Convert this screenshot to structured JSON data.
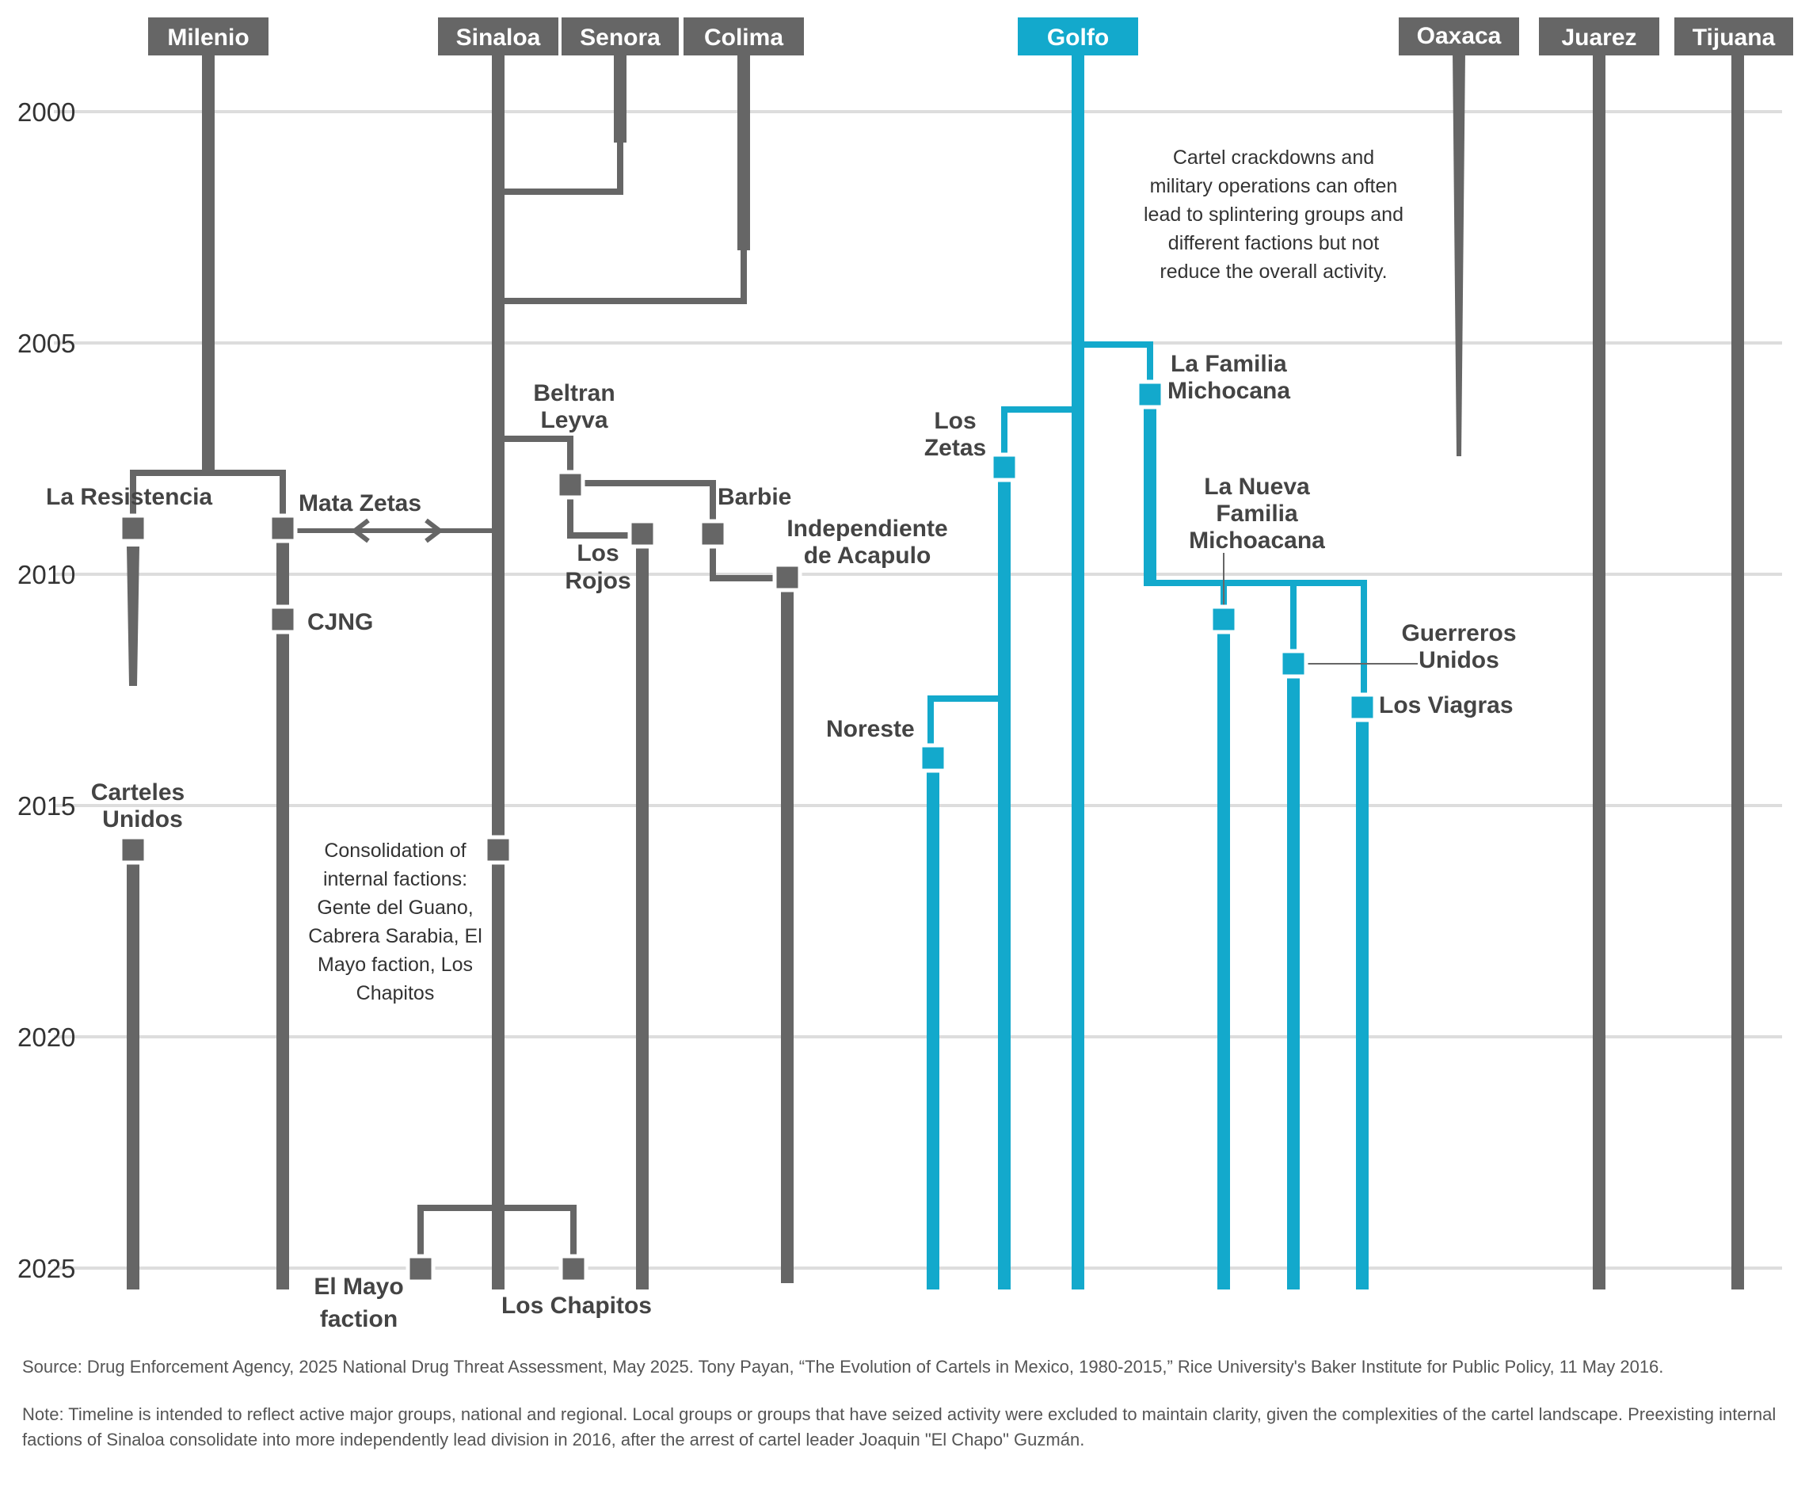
{
  "colors": {
    "gray": "#666666",
    "accent": "#13a9cc",
    "grid": "#dddddd",
    "text": "#444444"
  },
  "years": [
    "2000",
    "2005",
    "2010",
    "2015",
    "2020",
    "2025"
  ],
  "headers": {
    "milenio": "Milenio",
    "sinaloa": "Sinaloa",
    "senora": "Senora",
    "colima": "Colima",
    "golfo": "Golfo",
    "oaxaca": "Oaxaca",
    "juarez": "Juarez",
    "tijuana": "Tijuana"
  },
  "labels": {
    "la_resistencia": "La Resistencia",
    "mata_zetas": "Mata Zetas",
    "cjng": "CJNG",
    "carteles_unidos": [
      "Carteles",
      "Unidos"
    ],
    "beltran_leyva": [
      "Beltran",
      "Leyva"
    ],
    "barbie": "Barbie",
    "los_rojos": [
      "Los",
      "Rojos"
    ],
    "independiente_acapulo": [
      "Independiente",
      "de Acapulo"
    ],
    "el_mayo_faction": [
      "El Mayo",
      "faction"
    ],
    "los_chapitos": "Los Chapitos",
    "los_zetas": [
      "Los",
      "Zetas"
    ],
    "la_familia_michocana": [
      "La Familia",
      "Michocana"
    ],
    "la_nueva_familia": [
      "La Nueva",
      "Familia",
      "Michoacana"
    ],
    "guerreros_unidos": [
      "Guerreros",
      "Unidos"
    ],
    "los_viagras": "Los Viagras",
    "noreste": "Noreste"
  },
  "notes": {
    "consolidation": [
      "Consolidation of",
      "internal factions:",
      "Gente del Guano,",
      "Cabrera Sarabia, El",
      "Mayo faction, Los",
      "Chapitos"
    ],
    "crackdowns": [
      "Cartel crackdowns and",
      "military operations can often",
      "lead to splintering groups and",
      "different factions but not",
      "reduce the overall activity."
    ]
  },
  "footer": {
    "source": "Source: Drug Enforcement Agency, 2025 National Drug Threat Assessment, May 2025. Tony Payan, “The Evolution of Cartels in Mexico, 1980-2015,” Rice University's Baker Institute for Public Policy, 11 May 2016.",
    "note": "Note: Timeline is intended to reflect active major groups, national and regional. Local groups or groups that have seized activity were excluded to maintain clarity, given the complexities of the cartel landscape. Preexisting internal factions of Sinaloa consolidate into more independently lead division in 2016, after the arrest of cartel leader Joaquin \"El Chapo\" Guzmán."
  }
}
